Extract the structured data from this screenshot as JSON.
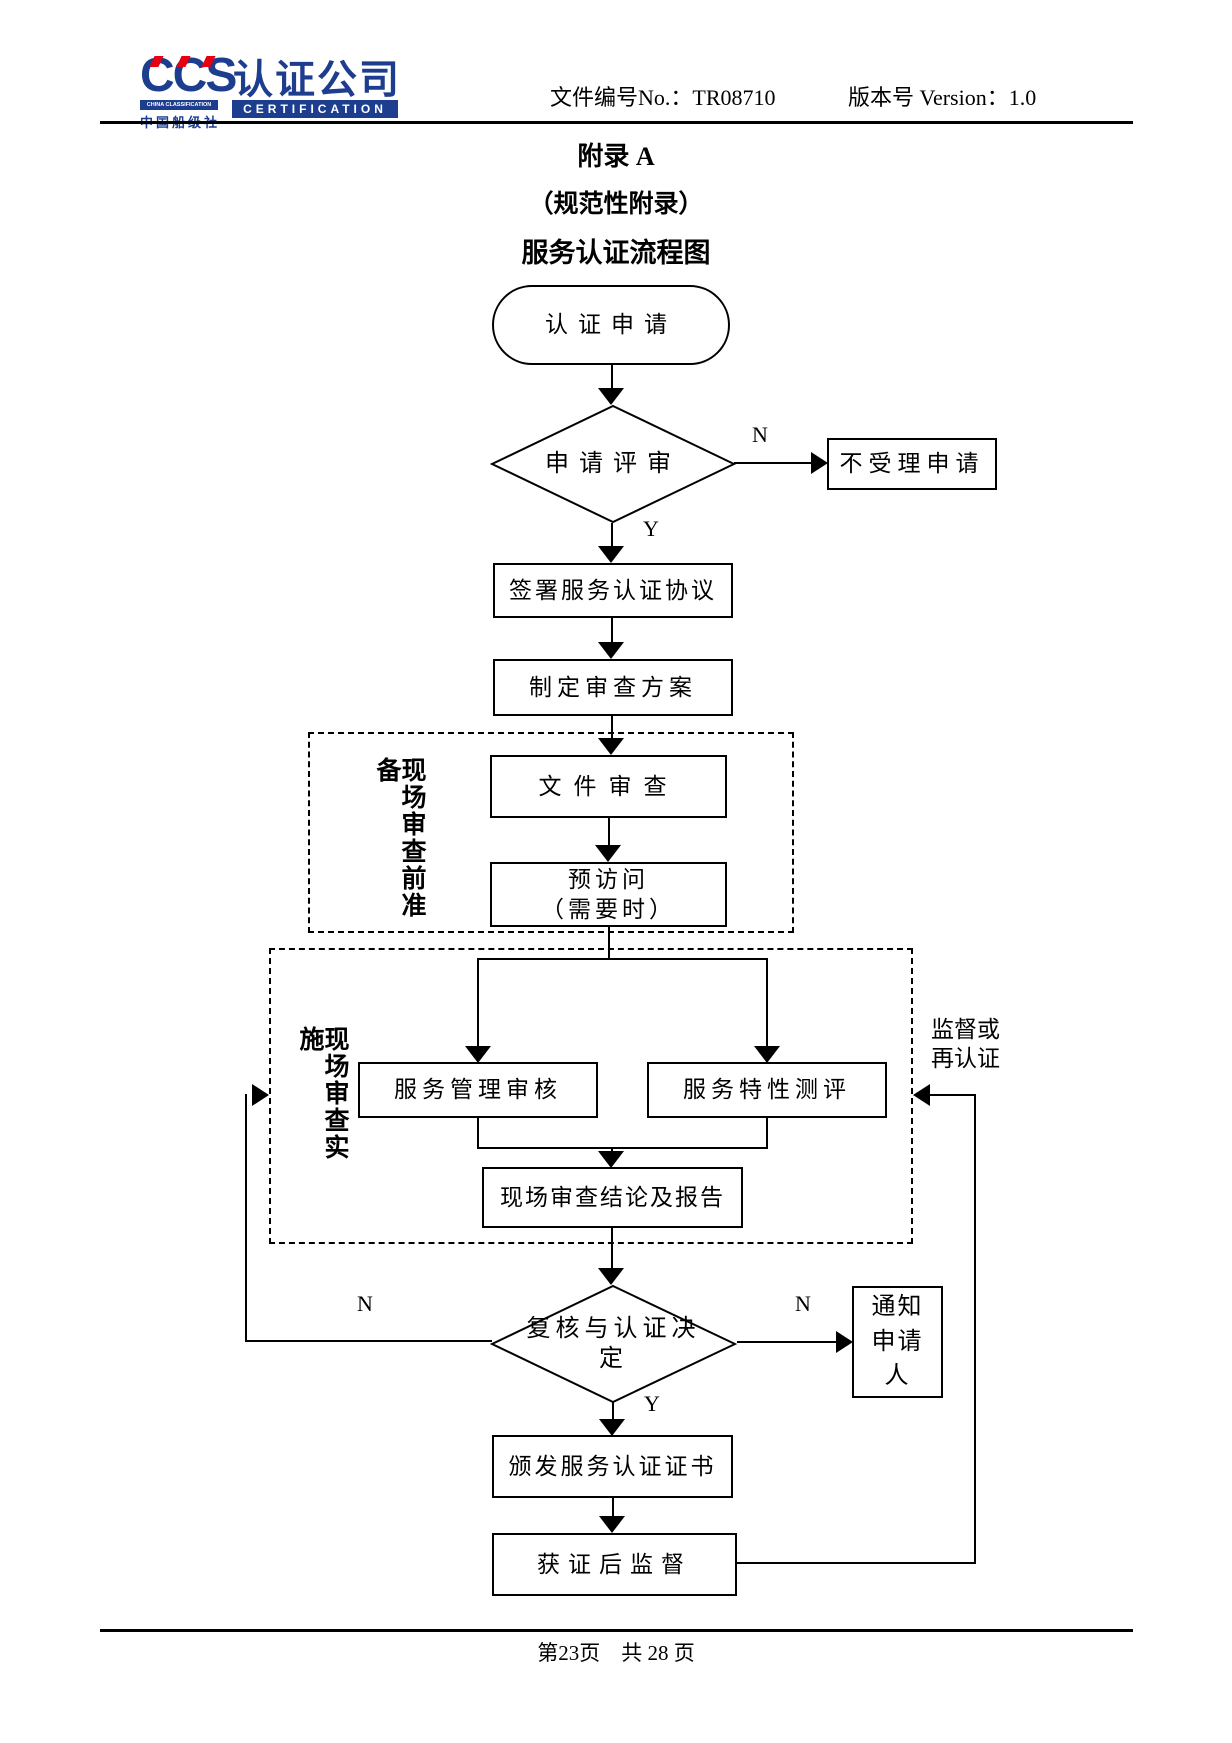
{
  "header": {
    "logo": {
      "ccs_text": "CCS",
      "society_en": "CHINA CLASSIFICATION SOCIETY",
      "society_cn": "中国船级社",
      "company_cn": "认证公司",
      "certification_en": "CERTIFICATION",
      "brand_blue": "#1d3d8f",
      "brand_red": "#e60012"
    },
    "doc_no": "文件编号No.：TR08710",
    "version": "版本号 Version：1.0"
  },
  "title": {
    "line1": "附录 A",
    "line2": "（规范性附录）",
    "line3": "服务认证流程图"
  },
  "flowchart": {
    "nodes": {
      "start": "认证申请",
      "review_decision": "申请评审",
      "reject": "不受理申请",
      "sign_agreement": "签署服务认证协议",
      "make_plan": "制定审查方案",
      "doc_review": "文件审查",
      "previsit_line1": "预访问",
      "previsit_line2": "（需要时）",
      "mgmt_audit": "服务管理审核",
      "characteristic_eval": "服务特性测评",
      "conclusion_report": "现场审查结论及报告",
      "final_decision_line1": "复核与认证决",
      "final_decision_line2": "定",
      "notify_applicant": "通知申请人",
      "issue_certificate": "颁发服务认证证书",
      "post_cert_supervision": "获证后监督"
    },
    "groups": {
      "pre_audit": "现场审查前准备",
      "onsite_audit": "现场审查实施"
    },
    "edge_labels": {
      "n1": "N",
      "y1": "Y",
      "n2_left": "N",
      "n2_right": "N",
      "y2": "Y",
      "feedback_line1": "监督或",
      "feedback_line2": "再认证"
    }
  },
  "footer": {
    "page_info": "第23页　共 28 页"
  }
}
